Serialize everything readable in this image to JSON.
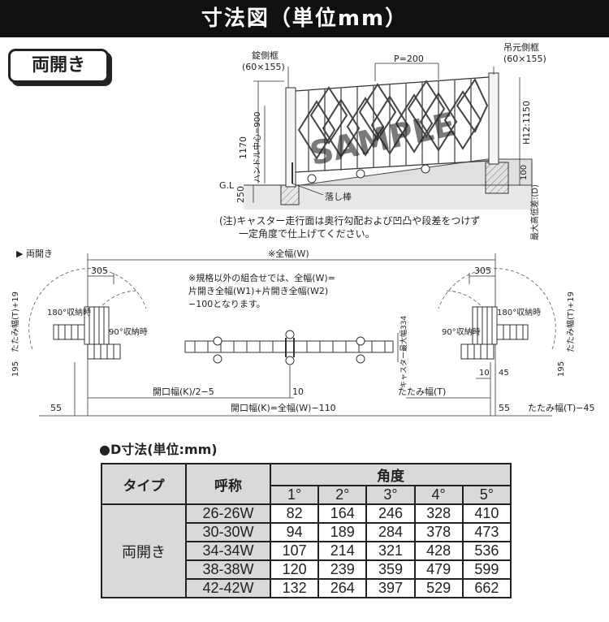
{
  "header": {
    "title": "寸法図（単位mm）"
  },
  "badge": {
    "label": "両開き"
  },
  "elevation": {
    "lock_frame": {
      "name": "錠側框",
      "size": "(60×155)"
    },
    "hinge_frame": {
      "name": "吊元側框",
      "size": "(60×155)"
    },
    "pitch": "P=200",
    "dim_1170": "1170",
    "handle_center": "ハンドル中心=900",
    "gl": "G.L",
    "dim_250": "250",
    "h_label": "H12:1150",
    "dim_100": "100",
    "max_diff": "最大高低差:(D)",
    "drop_rod": "落し棒",
    "watermark": "SAMPLE",
    "note_line1": "(注)キャスター走行面は奥行勾配および凹凸や段差をつけず",
    "note_line2": "一定角度で仕上げてください。"
  },
  "plan": {
    "section_label": "両開き",
    "total_width": "※全幅(W)",
    "dim_305_left": "305",
    "dim_305_right": "305",
    "spec_note_line1": "※規格以外の組合せでは、全幅(W)=",
    "spec_note_line2": "片開き全幅(W1)+片開き全幅(W2)",
    "spec_note_line3": "−100となります。",
    "stow_180": "180°収納時",
    "stow_90": "90°収納時",
    "stow_180_r": "180°収納時",
    "stow_90_r": "90°収納時",
    "folded_width_t19": "たたみ幅(T)+19",
    "folded_width_t19_r": "たたみ幅(T)+19",
    "dim_195_left": "195",
    "dim_195_right": "195",
    "caster_max": "キャスター最大幅334",
    "opening_half": "開口幅(K)/2−5",
    "dim_10": "10",
    "folded_t": "たたみ幅(T)",
    "dim_10_r": "10",
    "dim_45": "45",
    "dim_55_left": "55",
    "opening_formula": "開口幅(K)=全幅(W)−110",
    "dim_55_right": "55",
    "folded_t_minus": "たたみ幅(T)−45"
  },
  "d_table": {
    "title": "●D寸法(単位:mm)",
    "col_type": "タイプ",
    "col_name": "呼称",
    "col_angle": "角度",
    "angles": [
      "1°",
      "2°",
      "3°",
      "4°",
      "5°"
    ],
    "type_value": "両開き",
    "rows": [
      {
        "name": "26-26W",
        "v": [
          "82",
          "164",
          "246",
          "328",
          "410"
        ]
      },
      {
        "name": "30-30W",
        "v": [
          "94",
          "189",
          "284",
          "378",
          "473"
        ]
      },
      {
        "name": "34-34W",
        "v": [
          "107",
          "214",
          "321",
          "428",
          "536"
        ]
      },
      {
        "name": "38-38W",
        "v": [
          "120",
          "239",
          "359",
          "479",
          "599"
        ]
      },
      {
        "name": "42-42W",
        "v": [
          "132",
          "264",
          "397",
          "529",
          "662"
        ]
      }
    ]
  }
}
